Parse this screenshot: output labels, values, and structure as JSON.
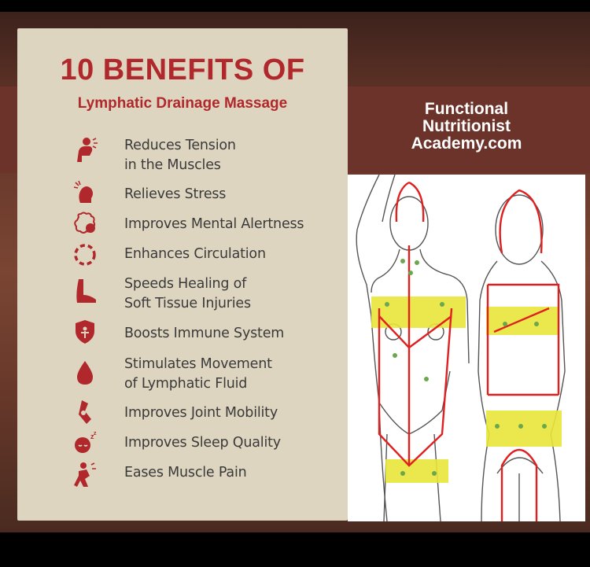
{
  "title": "10 BENEFITS OF",
  "subtitle": "Lymphatic Drainage Massage",
  "benefits": [
    {
      "line1": "Reduces Tension",
      "line2": "in the Muscles",
      "icon": "person-tension-icon"
    },
    {
      "line1": "Relieves Stress",
      "line2": "",
      "icon": "stress-head-icon"
    },
    {
      "line1": "Improves Mental Alertness",
      "line2": "",
      "icon": "brain-icon"
    },
    {
      "line1": "Enhances Circulation",
      "line2": "",
      "icon": "circulation-circle-icon"
    },
    {
      "line1": "Speeds Healing of",
      "line2": "Soft Tissue Injuries",
      "icon": "foot-icon"
    },
    {
      "line1": "Boosts Immune System",
      "line2": "",
      "icon": "shield-icon"
    },
    {
      "line1": "Stimulates Movement",
      "line2": "of Lymphatic Fluid",
      "icon": "droplet-icon"
    },
    {
      "line1": "Improves Joint Mobility",
      "line2": "",
      "icon": "joint-icon"
    },
    {
      "line1": "Improves Sleep Quality",
      "line2": "",
      "icon": "sleep-icon"
    },
    {
      "line1": "Eases Muscle Pain",
      "line2": "",
      "icon": "muscle-pain-icon"
    }
  ],
  "brand": {
    "line1": "Functional",
    "line2": "Nutritionist",
    "line3": "Academy.com"
  },
  "colors": {
    "accent": "#b0282c",
    "card": "#ded5c0",
    "background": "#6b3a2c",
    "lymph_highlight": "#e8e63a",
    "lymph_vessel": "#e02020"
  }
}
